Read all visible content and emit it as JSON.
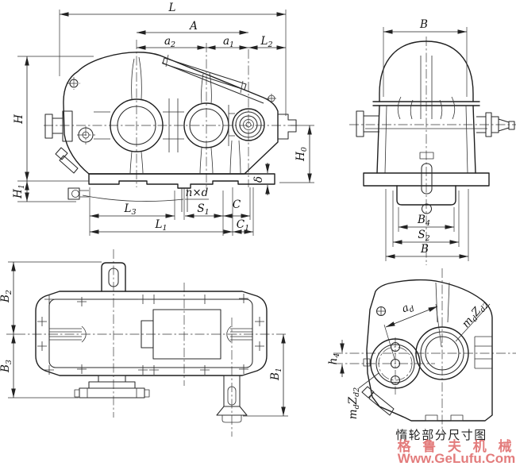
{
  "colors": {
    "line": "#222222",
    "watermark": "#dd5c5c"
  },
  "front_view": {
    "dims": {
      "L": {
        "main": "L",
        "sub": ""
      },
      "A": {
        "main": "A",
        "sub": ""
      },
      "a2": {
        "main": "a",
        "sub": "2"
      },
      "a1": {
        "main": "a",
        "sub": "1"
      },
      "L2": {
        "main": "L",
        "sub": "2"
      },
      "H": {
        "main": "H",
        "sub": ""
      },
      "H1": {
        "main": "H",
        "sub": "1"
      },
      "H0": {
        "main": "H",
        "sub": "0"
      },
      "delta": {
        "main": "δ",
        "sub": ""
      },
      "nxd": {
        "main": "n×d",
        "sub": ""
      },
      "L3": {
        "main": "L",
        "sub": "3"
      },
      "S1": {
        "main": "S",
        "sub": "1"
      },
      "C": {
        "main": "C",
        "sub": ""
      },
      "L1": {
        "main": "L",
        "sub": "1"
      },
      "C1": {
        "main": "C",
        "sub": "1"
      }
    }
  },
  "side_view": {
    "dims": {
      "B_top": {
        "main": "B",
        "sub": ""
      },
      "B4": {
        "main": "B",
        "sub": "4"
      },
      "S2": {
        "main": "S",
        "sub": "2"
      },
      "B_bottom": {
        "main": "B",
        "sub": ""
      }
    }
  },
  "top_view": {
    "dims": {
      "B2": {
        "main": "B",
        "sub": "2"
      },
      "B3": {
        "main": "B",
        "sub": "3"
      },
      "B1": {
        "main": "B",
        "sub": "1"
      }
    }
  },
  "partial_view": {
    "caption": "惰轮部分尺寸图",
    "dims": {
      "ad": {
        "main": "a",
        "sub": "d"
      },
      "h4": {
        "main": "h",
        "sub": "4"
      },
      "mZ_upper": {
        "m": "m",
        "m_sub": "d",
        "z": "Z",
        "z_sub": "d2"
      },
      "mZ_lower": {
        "m": "m",
        "m_sub": "d",
        "z": "Z",
        "z_sub": "d2"
      }
    }
  },
  "watermark": {
    "brand": "格 鲁 夫 机 械",
    "url": "Www.GeLufu.Com",
    "color": "#dd5c5c"
  }
}
